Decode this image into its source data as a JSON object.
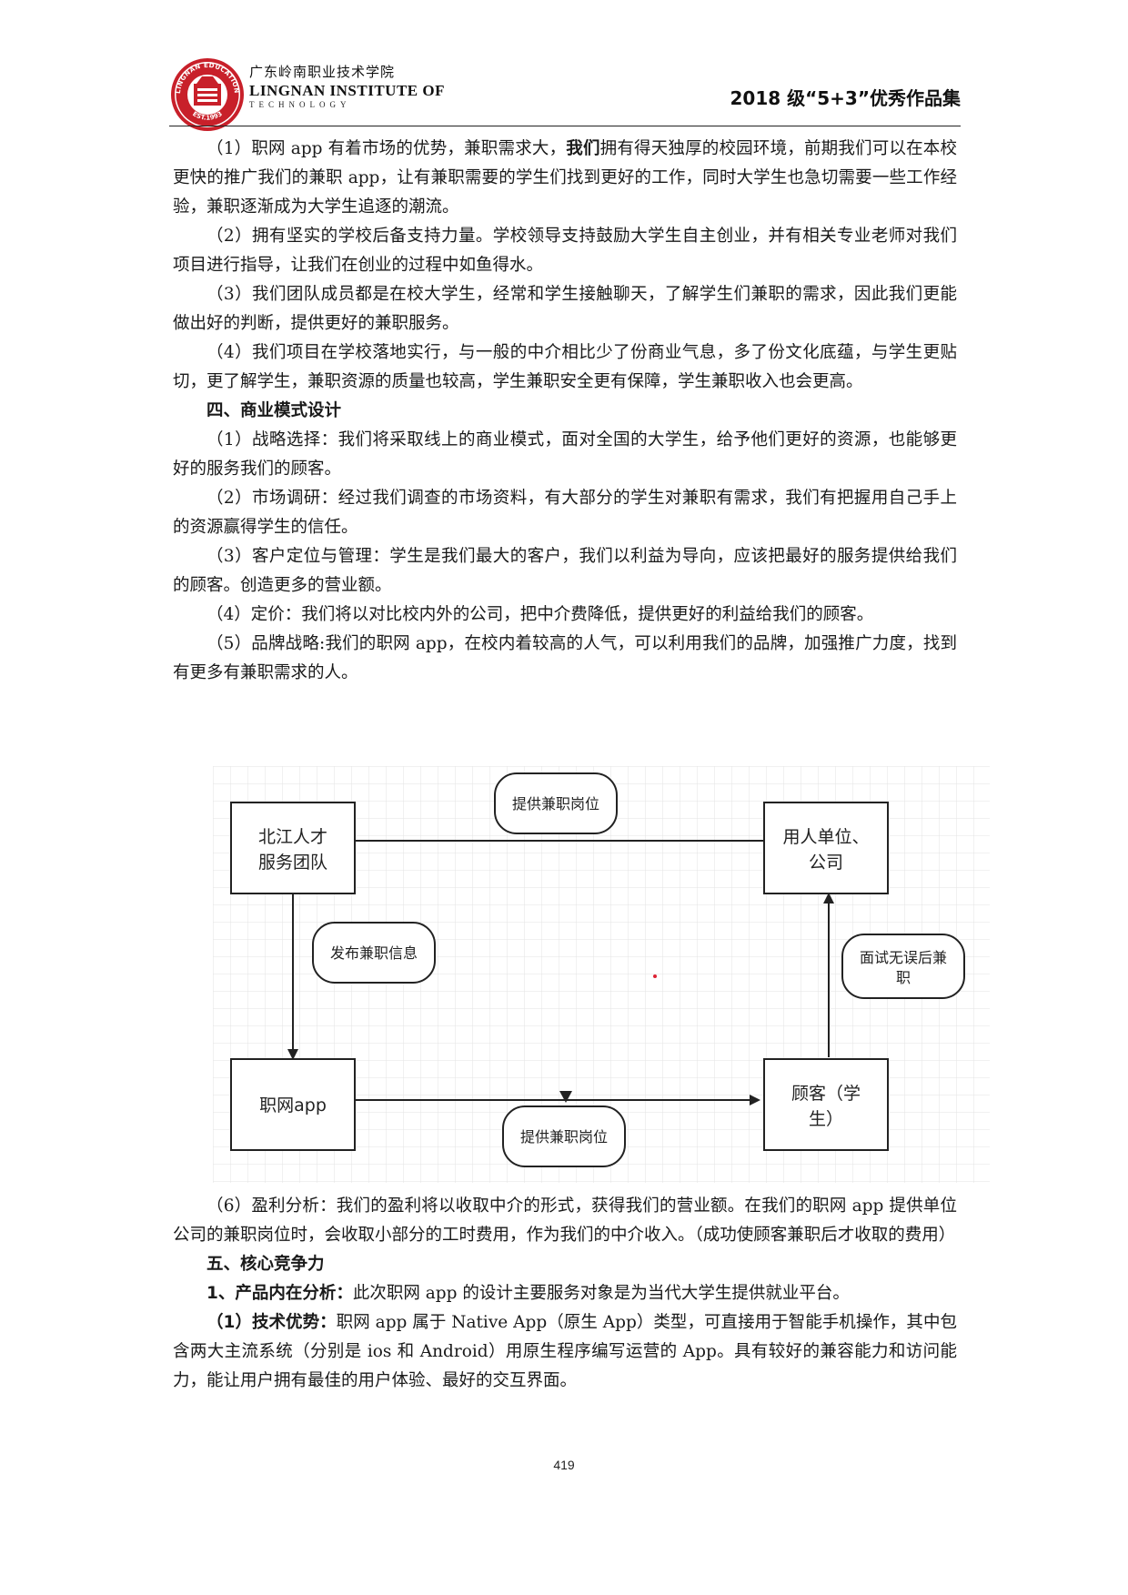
{
  "header": {
    "institute_cn": "广东岭南职业技术学院",
    "institute_en": "LINGNAN INSTITUTE OF",
    "institute_en2": "TECHNOLOGY",
    "seal_text_top": "LINGNAN EDUCATION",
    "seal_text_bottom": "EST.1993",
    "collection_title": "2018 级“5+3”优秀作品集"
  },
  "paragraphs_top": [
    {
      "pre": "（1）职网 app 有着市场的优势，兼职需求大，",
      "bold": "我们",
      "post": "拥有得天独厚的校园环境，前期我们可以在本校更快的推广我们的兼职 app，让有兼职需要的学生们找到更好的工作，同时大学生也急切需要一些工作经验，兼职逐渐成为大学生追逐的潮流。"
    },
    {
      "text": "（2）拥有坚实的学校后备支持力量。学校领导支持鼓励大学生自主创业，并有相关专业老师对我们项目进行指导，让我们在创业的过程中如鱼得水。"
    },
    {
      "text": "（3）我们团队成员都是在校大学生，经常和学生接触聊天，了解学生们兼职的需求，因此我们更能做出好的判断，提供更好的兼职服务。"
    },
    {
      "text": "（4）我们项目在学校落地实行，与一般的中介相比少了份商业气息，多了份文化底蕴，与学生更贴切，更了解学生，兼职资源的质量也较高，学生兼职安全更有保障，学生兼职收入也会更高。"
    }
  ],
  "section4": {
    "heading": "四、商业模式设计",
    "items": [
      "（1）战略选择：我们将采取线上的商业模式，面对全国的大学生，给予他们更好的资源，也能够更好的服务我们的顾客。",
      "（2）市场调研：经过我们调查的市场资料，有大部分的学生对兼职有需求，我们有把握用自己手上的资源赢得学生的信任。",
      "（3）客户定位与管理：学生是我们最大的客户，我们以利益为导向，应该把最好的服务提供给我们的顾客。创造更多的营业额。",
      "（4）定价：我们将以对比校内外的公司，把中介费降低，提供更好的利益给我们的顾客。",
      "（5）品牌战略:我们的职网 app，在校内着较高的人气，可以利用我们的品牌，加强推广力度，找到有更多有兼职需求的人。"
    ]
  },
  "diagram": {
    "nodes": {
      "team": [
        "北江人才",
        "服务团队"
      ],
      "employer": [
        "用人单位、",
        "公司"
      ],
      "app": "职网app",
      "customer": [
        "顾客（学",
        "生）"
      ]
    },
    "labels": {
      "top": "提供兼职岗位",
      "left": "发布兼职信息",
      "right": [
        "面试无误后兼",
        "职"
      ],
      "bottom": "提供兼职岗位"
    }
  },
  "paragraphs_bottom": {
    "item6": "（6）盈利分析：我们的盈利将以收取中介的形式，获得我们的营业额。在我们的职网 app 提供单位公司的兼职岗位时，会收取小部分的工时费用，作为我们的中介收入。（成功使顾客兼职后才收取的费用）",
    "section5_heading": "五、核心竞争力",
    "point1_bold": "1、产品内在分析：",
    "point1_text": "此次职网 app 的设计主要服务对象是为当代大学生提供就业平台。",
    "point1a_bold": "（1）技术优势：",
    "point1a_text": "职网 app 属于 Native App（原生 App）类型，可直接用于智能手机操作，其中包含两大主流系统（分别是 ios 和 Android）用原生程序编写运营的 App。具有较好的兼容能力和访问能力，能让用户拥有最佳的用户体验、最好的交互界面。"
  },
  "page_number": "419",
  "colors": {
    "seal_red": "#c8202a",
    "text": "#1a1a1a",
    "grid": "#e3e3e3"
  }
}
